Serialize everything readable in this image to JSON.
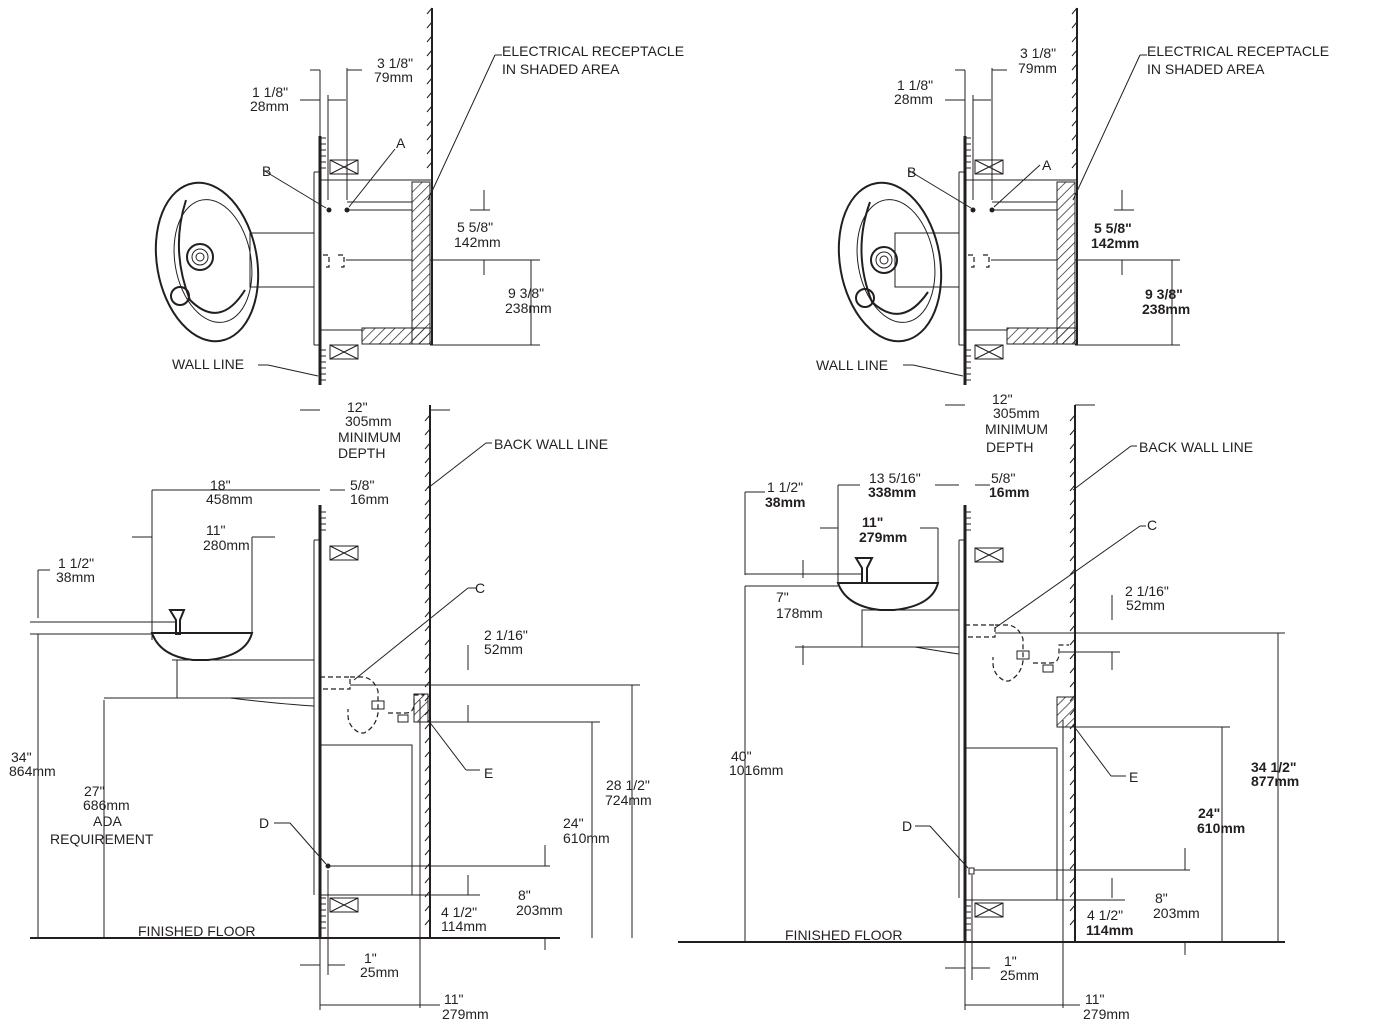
{
  "left": {
    "receptacle": [
      "ELECTRICAL RECEPTACLE",
      "IN SHADED AREA"
    ],
    "dim_1_1_8": [
      "1 1/8\"",
      "28mm"
    ],
    "dim_3_1_8": [
      "3 1/8\"",
      "79mm"
    ],
    "label_a": "A",
    "label_b": "B",
    "dim_5_5_8": [
      "5 5/8\"",
      "142mm"
    ],
    "dim_9_3_8": [
      "9 3/8\"",
      "238mm"
    ],
    "wall_line": "WALL LINE",
    "dim_12": [
      "12\"",
      "305mm",
      "MINIMUM",
      "DEPTH"
    ],
    "back_wall_line": "BACK WALL LINE",
    "dim_18": [
      "18\"",
      "458mm"
    ],
    "dim_5_8": [
      "5/8\"",
      "16mm"
    ],
    "dim_11_top": [
      "11\"",
      "280mm"
    ],
    "dim_1_1_2": [
      "1 1/2\"",
      "38mm"
    ],
    "label_c": "C",
    "dim_2_1_16": [
      "2 1/16\"",
      "52mm"
    ],
    "label_e": "E",
    "dim_34": [
      "34\"",
      "864mm"
    ],
    "dim_27": [
      "27\"",
      "686mm",
      "ADA",
      "REQUIREMENT"
    ],
    "dim_28_1_2": [
      "28 1/2\"",
      "724mm"
    ],
    "dim_24": [
      "24\"",
      "610mm"
    ],
    "label_d": "D",
    "dim_8": [
      "8\"",
      "203mm"
    ],
    "dim_4_1_2": [
      "4 1/2\"",
      "114mm"
    ],
    "finished_floor": "FINISHED FLOOR",
    "dim_1": [
      "1\"",
      "25mm"
    ],
    "dim_11_bottom": [
      "11\"",
      "279mm"
    ]
  },
  "right": {
    "receptacle": [
      "ELECTRICAL RECEPTACLE",
      "IN SHADED AREA"
    ],
    "dim_1_1_8": [
      "1 1/8\"",
      "28mm"
    ],
    "dim_3_1_8": [
      "3 1/8\"",
      "79mm"
    ],
    "label_a": "A",
    "label_b": "B",
    "dim_5_5_8": [
      "5 5/8\"",
      "142mm"
    ],
    "dim_9_3_8": [
      "9 3/8\"",
      "238mm"
    ],
    "wall_line": "WALL LINE",
    "dim_12": [
      "12\"",
      "305mm",
      "MINIMUM",
      "DEPTH"
    ],
    "back_wall_line": "BACK WALL LINE",
    "dim_1_1_2": [
      "1 1/2\"",
      "38mm"
    ],
    "dim_13_5_16": [
      "13 5/16\"",
      "338mm"
    ],
    "dim_5_8": [
      "5/8\"",
      "16mm"
    ],
    "dim_11_top": [
      "11\"",
      "279mm"
    ],
    "label_c": "C",
    "dim_7": [
      "7\"",
      "178mm"
    ],
    "dim_2_1_16": [
      "2 1/16\"",
      "52mm"
    ],
    "dim_40": [
      "40\"",
      "1016mm"
    ],
    "label_e": "E",
    "dim_34_1_2": [
      "34 1/2\"",
      "877mm"
    ],
    "dim_24": [
      "24\"",
      "610mm"
    ],
    "label_d": "D",
    "dim_8": [
      "8\"",
      "203mm"
    ],
    "dim_4_1_2": [
      "4 1/2\"",
      "114mm"
    ],
    "finished_floor": "FINISHED FLOOR",
    "dim_1": [
      "1\"",
      "25mm"
    ],
    "dim_11_bottom": [
      "11\"",
      "279mm"
    ]
  }
}
